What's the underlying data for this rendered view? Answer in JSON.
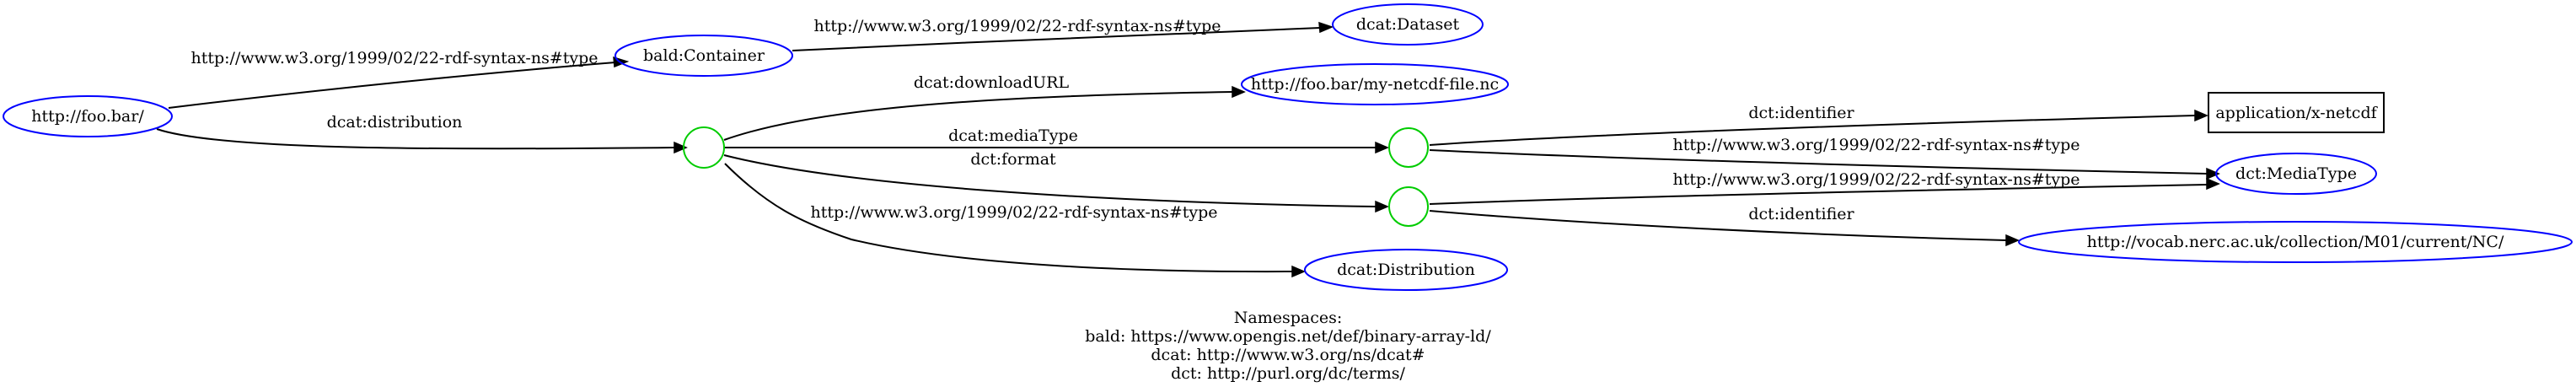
{
  "colors": {
    "uri_node": "#0000ff",
    "blank_node": "#00cc00",
    "literal_node": "#000000",
    "edge": "#000000"
  },
  "nodes": {
    "foo_bar": "http://foo.bar/",
    "bald_container": "bald:Container",
    "dcat_dataset": "dcat:Dataset",
    "netcdf_file": "http://foo.bar/my-netcdf-file.nc",
    "mime_literal": "application/x-netcdf",
    "dct_mediatype": "dct:MediaType",
    "vocab_nc": "http://vocab.nerc.ac.uk/collection/M01/current/NC/",
    "dcat_distribution": "dcat:Distribution"
  },
  "edges": {
    "rdf_type": "http://www.w3.org/1999/02/22-rdf-syntax-ns#type",
    "distribution": "dcat:distribution",
    "download_url": "dcat:downloadURL",
    "media_type": "dcat:mediaType",
    "format": "dct:format",
    "identifier": "dct:identifier"
  },
  "namespaces": {
    "title": "Namespaces:",
    "lines": [
      "bald: https://www.opengis.net/def/binary-array-ld/",
      "dcat: http://www.w3.org/ns/dcat#",
      "dct: http://purl.org/dc/terms/"
    ]
  }
}
